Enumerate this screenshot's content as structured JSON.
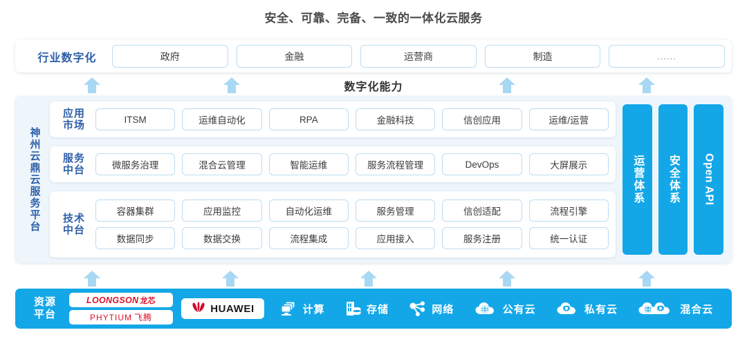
{
  "title": "安全、可靠、完备、一致的一体化云服务",
  "industry": {
    "label": "行业数字化",
    "items": [
      {
        "label": "政府"
      },
      {
        "label": "金融"
      },
      {
        "label": "运营商"
      },
      {
        "label": "制造"
      },
      {
        "label": "......"
      }
    ]
  },
  "capability_label": "数字化能力",
  "platform": {
    "side_label": "神州云鼎云服务平台",
    "layers": [
      {
        "label_line1": "应用",
        "label_line2": "市场",
        "rows": [
          [
            "ITSM",
            "运维自动化",
            "RPA",
            "金融科技",
            "信创应用",
            "运维/运营"
          ]
        ]
      },
      {
        "label_line1": "服务",
        "label_line2": "中台",
        "rows": [
          [
            "微服务治理",
            "混合云管理",
            "智能运维",
            "服务流程管理",
            "DevOps",
            "大屏展示"
          ]
        ]
      },
      {
        "label_line1": "技术",
        "label_line2": "中台",
        "rows": [
          [
            "容器集群",
            "应用监控",
            "自动化运维",
            "服务管理",
            "信创适配",
            "流程引擎"
          ],
          [
            "数据同步",
            "数据交换",
            "流程集成",
            "应用接入",
            "服务注册",
            "统一认证"
          ]
        ]
      }
    ],
    "vertical_bars": [
      {
        "label": "运营体系"
      },
      {
        "label": "安全体系"
      },
      {
        "label": "Open API"
      }
    ]
  },
  "resource": {
    "label_line1": "资源",
    "label_line2": "平台",
    "vendors": [
      {
        "name": "LOONGSON",
        "cn": "龙芯",
        "icon": "loongson-logo"
      },
      {
        "name": "PHYTIUM",
        "cn": "飞腾",
        "icon": "phytium-logo"
      }
    ],
    "huawei": {
      "label": "HUAWEI",
      "icon": "huawei-logo"
    },
    "items": [
      {
        "label": "计算",
        "icon": "compute-icon"
      },
      {
        "label": "存储",
        "icon": "storage-icon"
      },
      {
        "label": "网络",
        "icon": "network-icon"
      },
      {
        "label": "公有云",
        "icon": "public-cloud-icon"
      },
      {
        "label": "私有云",
        "icon": "private-cloud-icon"
      },
      {
        "label": "混合云",
        "icon": "hybrid-cloud-icon"
      }
    ]
  },
  "colors": {
    "accent_blue": "#14a7e8",
    "arrow_blue": "#a8d8f3",
    "label_blue": "#2f5fa8",
    "panel_bg": "#eef6fb",
    "logo_red": "#d7132a"
  },
  "arrows": {
    "upper_row": [
      133,
      335,
      733,
      935
    ],
    "lower_row": [
      133,
      333,
      533,
      733,
      935
    ]
  }
}
